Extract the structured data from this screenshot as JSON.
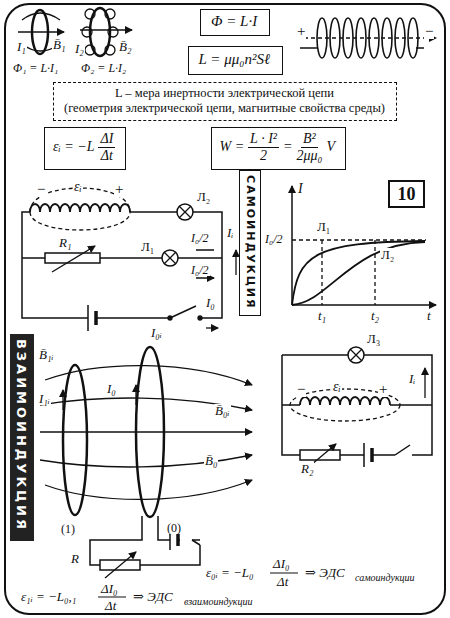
{
  "diagram": {
    "nodes": [
      {
        "text": [
          "Φ = L·I"
        ]
      },
      {
        "text": [
          "L = μμ₀n²Sℓ"
        ]
      },
      {
        "text": [
          "L – мера инертности электрической цепи",
          "(геометрия электрической цепи, магнитные свойства среды)"
        ]
      },
      {
        "text": [
          "εᵢ = −L",
          "ΔI",
          "Δt"
        ]
      },
      {
        "text": [
          "W =",
          "L · I²",
          "2",
          "=",
          "B²",
          "2μμ₀",
          "V"
        ]
      },
      {
        "text": [
          "САМОИНДУКЦИЯ"
        ]
      },
      {
        "text": [
          "10"
        ]
      },
      {
        "text": [
          "ВЗАИМОИНДУКЦИЯ"
        ]
      }
    ],
    "labels": [
      "I₁",
      "B̄₁",
      "I₂",
      "B̄₂",
      "Φ₁ = L·I₁",
      "Φ₂ = L·I₂",
      "+",
      "−",
      "−",
      "εᵢ",
      "+",
      "Л₂",
      "Iᵢ",
      "R₁",
      "Л₁",
      "I₀/2",
      "I₀/2",
      "I₀",
      "I",
      "I₀/2",
      "Л₁",
      "Л₂",
      "t₁",
      "t₂",
      "t",
      "B̄₁ᵢ",
      "I₁ᵢ",
      "I₀ᵢ",
      "I₀",
      "B̄₀ᵢ",
      "B̄₀",
      "(1)",
      "(0)",
      "R",
      "Л₃",
      "−",
      "εᵢ",
      "+",
      "Iᵢ",
      "R₂",
      "ε₀ᵢ = −L₀",
      "ΔI₀",
      "Δt",
      "⇒ ЭДС",
      "самоиндукции",
      "ε₁ᵢ = −L₀,₁",
      "ΔI₀",
      "Δt",
      "⇒ ЭДС",
      "взаимоиндукции"
    ]
  }
}
